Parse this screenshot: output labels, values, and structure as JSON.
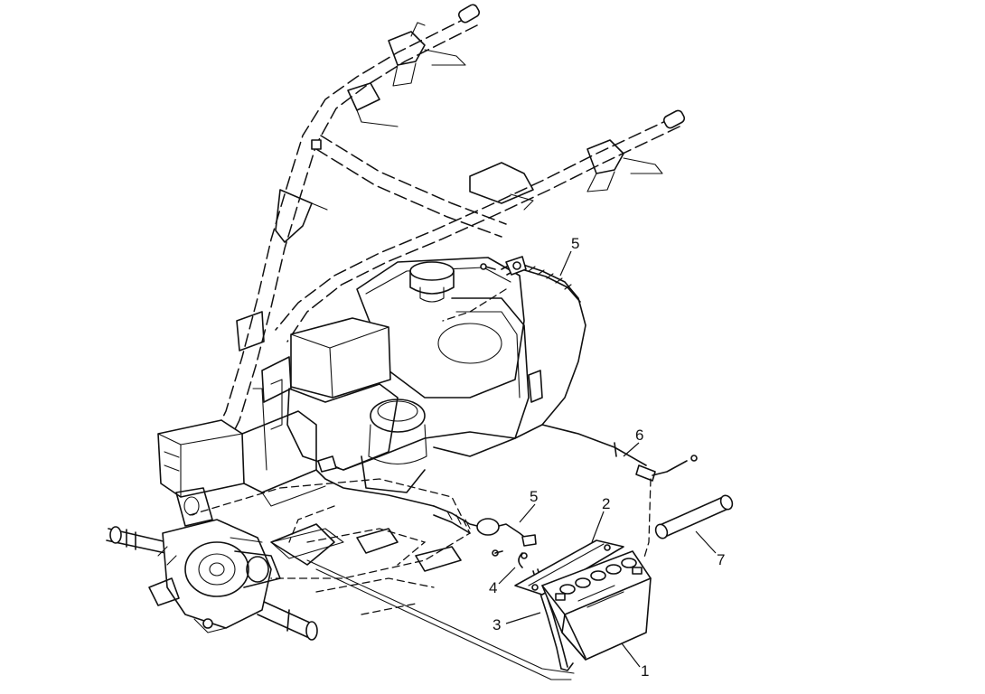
{
  "diagram": {
    "callouts": [
      {
        "id": "callout-5-upper",
        "label": "5"
      },
      {
        "id": "callout-6",
        "label": "6"
      },
      {
        "id": "callout-5-lower",
        "label": "5"
      },
      {
        "id": "callout-2",
        "label": "2"
      },
      {
        "id": "callout-7",
        "label": "7"
      },
      {
        "id": "callout-4",
        "label": "4"
      },
      {
        "id": "callout-3",
        "label": "3"
      },
      {
        "id": "callout-1",
        "label": "1"
      }
    ]
  }
}
